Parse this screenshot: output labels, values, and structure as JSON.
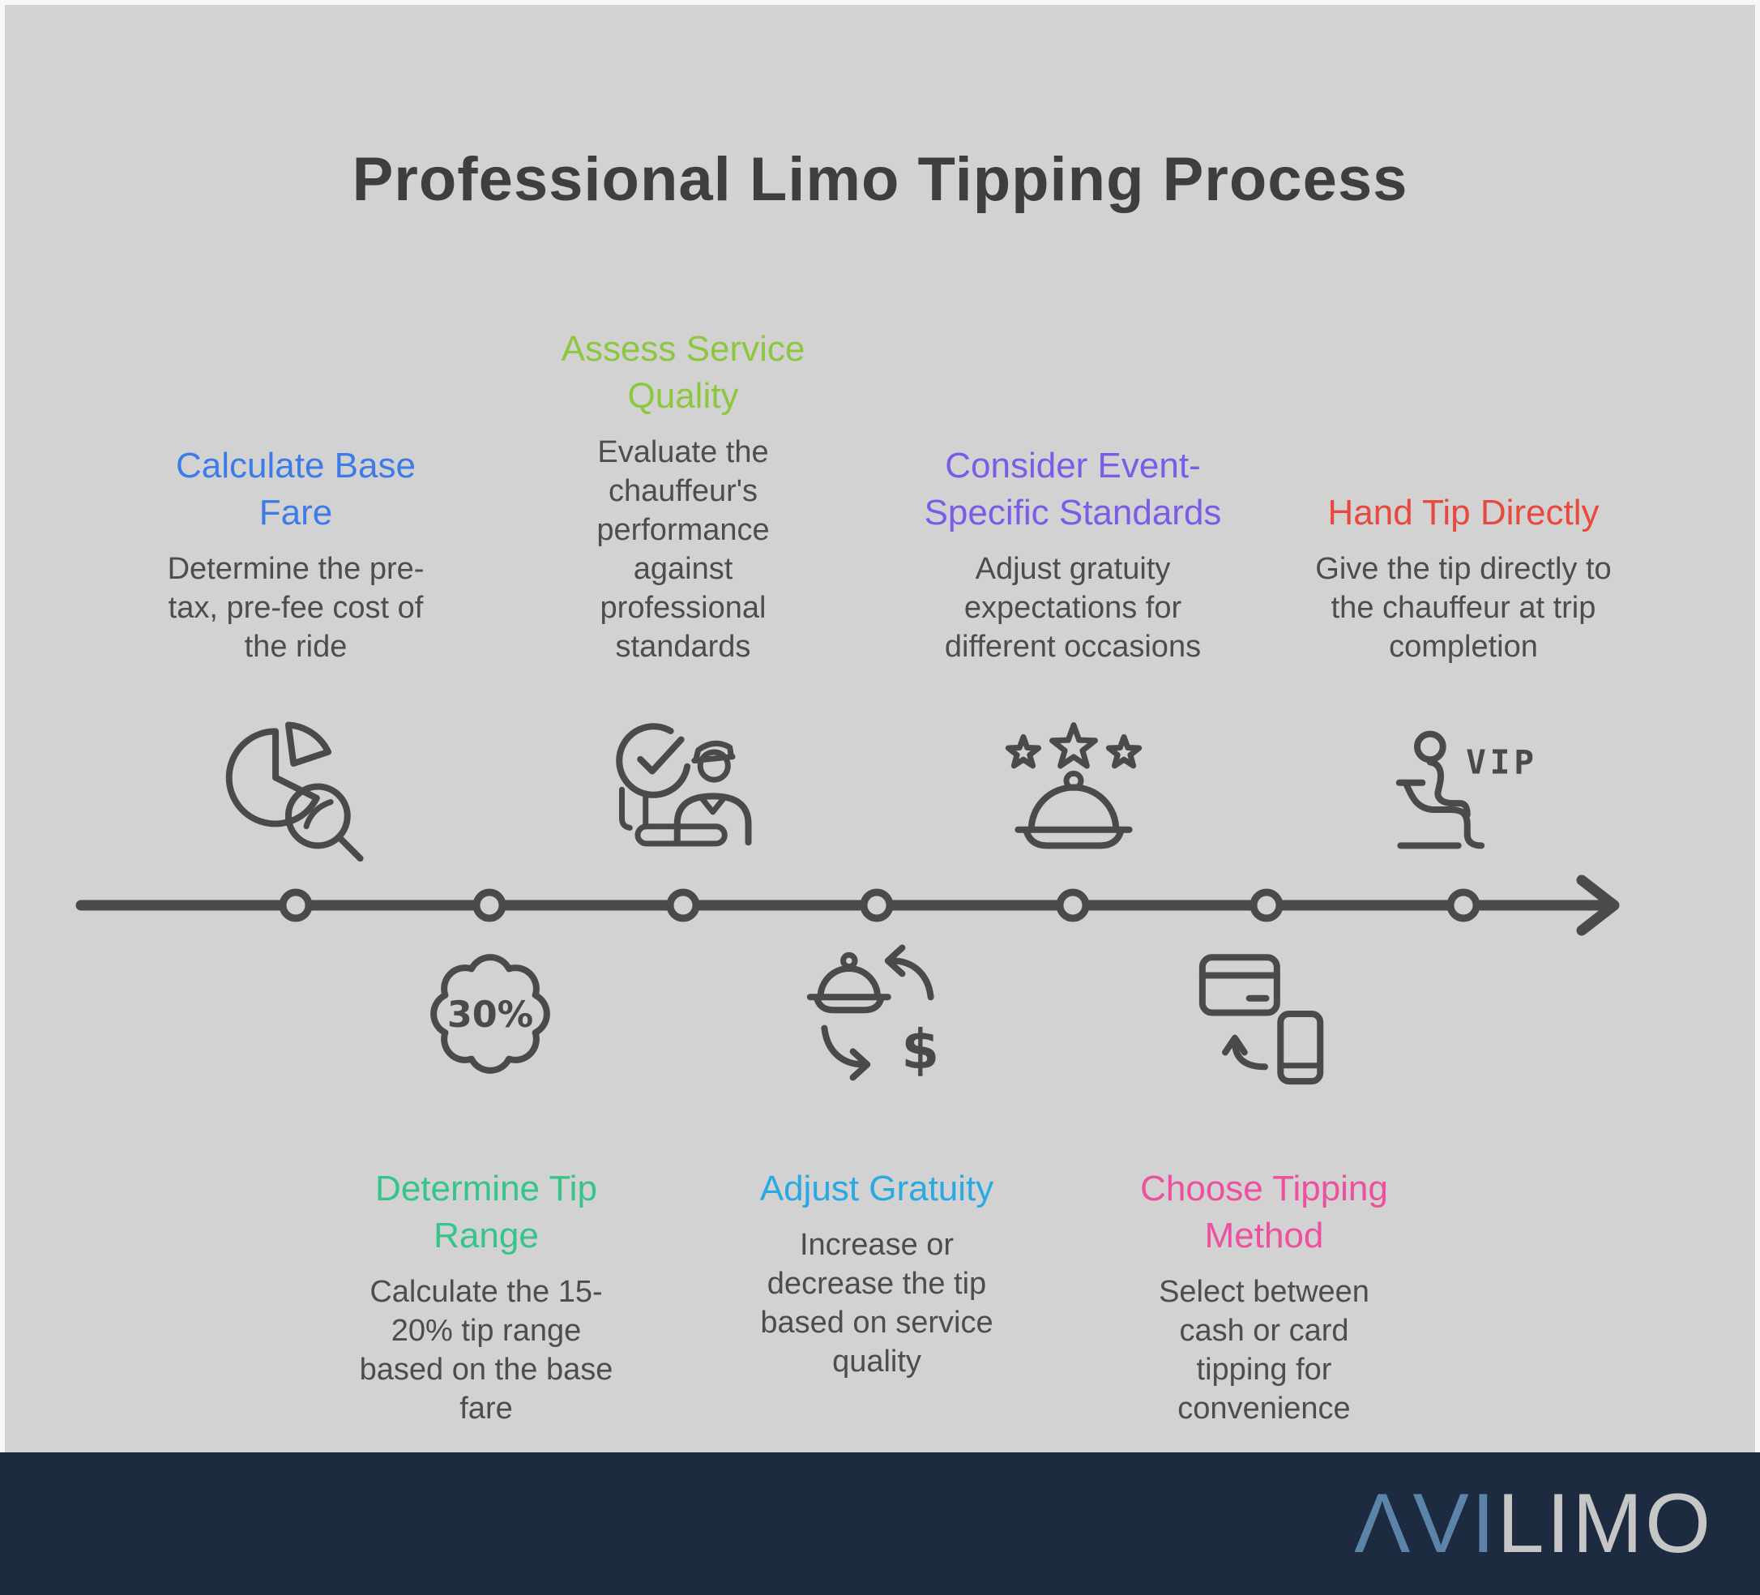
{
  "title": "Professional Limo Tipping Process",
  "steps": [
    {
      "title": "Calculate Base Fare",
      "color": "#3d7ce8",
      "description": "Determine the pre-tax, pre-fee cost of the ride",
      "icon": "pie-search-icon",
      "row": "top"
    },
    {
      "title": "Assess Service Quality",
      "color": "#8dc63f",
      "description": "Evaluate the chauffeur's performance against professional standards",
      "icon": "service-check-icon",
      "row": "top"
    },
    {
      "title": "Consider Event-Specific Standards",
      "color": "#7a5ce6",
      "description": "Adjust gratuity expectations for different occasions",
      "icon": "event-stars-icon",
      "row": "top"
    },
    {
      "title": "Hand Tip Directly",
      "color": "#e8483d",
      "description": "Give the tip directly to the chauffeur at trip completion",
      "icon": "vip-seat-icon",
      "row": "top"
    },
    {
      "title": "Determine Tip Range",
      "color": "#35c489",
      "description": "Calculate the 15-20% tip range based on the base fare",
      "icon": "tip-badge-icon",
      "row": "bottom"
    },
    {
      "title": "Adjust Gratuity",
      "color": "#29a9e1",
      "description": "Increase or decrease the tip based on service quality",
      "icon": "gratuity-exchange-icon",
      "row": "bottom"
    },
    {
      "title": "Choose Tipping Method",
      "color": "#ee4f9f",
      "description": "Select between cash or card tipping for convenience",
      "icon": "payment-method-icon",
      "row": "bottom"
    }
  ],
  "icon_labels": {
    "tip_badge": "30%",
    "vip": "VIP",
    "dollar": "$"
  },
  "footer": {
    "logo_blue": "ΛVI",
    "logo_gray": "LIMO"
  },
  "colors": {
    "background": "#d2d2d2",
    "page_border": "#f7f9f9",
    "ink": "#4a4a4a",
    "title": "#3e3e3e",
    "body_text": "#4d4d4d",
    "footer_bg": "#1c2b40",
    "logo_blue": "#5b84a8",
    "logo_gray": "#c6c6c6"
  }
}
